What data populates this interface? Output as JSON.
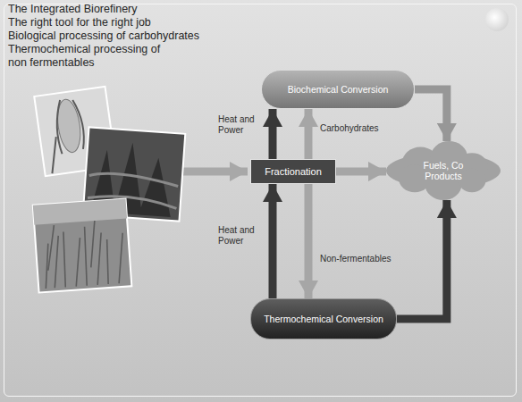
{
  "diagram": {
    "title": "The Integrated Biorefinery",
    "nodes": [
      {
        "text": [
          "Biochemical Conversion"
        ]
      },
      {
        "text": [
          "Fractionation"
        ]
      },
      {
        "text": [
          "Fuels, Co Products"
        ]
      },
      {
        "text": [
          "Thermochemical Conversion"
        ]
      }
    ],
    "edges": [
      {
        "from": 1,
        "to": 0,
        "label": "Heat and Power",
        "arrow": "to"
      },
      {
        "from": 1,
        "to": 0,
        "label": "Carbohydrates",
        "arrow": "to"
      },
      {
        "from": 3,
        "to": 1,
        "label": "Heat and Power",
        "arrow": "to"
      },
      {
        "from": 1,
        "to": 3,
        "label": "Non-fermentables",
        "arrow": "to"
      },
      {
        "from": 1,
        "to": 2,
        "arrow": "to"
      },
      {
        "from": 0,
        "to": 2,
        "arrow": "to"
      },
      {
        "from": 3,
        "to": 2,
        "arrow": "to"
      }
    ],
    "labels": [
      "The right tool for the right job",
      "Biological processing of carbohydrates",
      "Thermochemical processing of non fermentables"
    ]
  }
}
